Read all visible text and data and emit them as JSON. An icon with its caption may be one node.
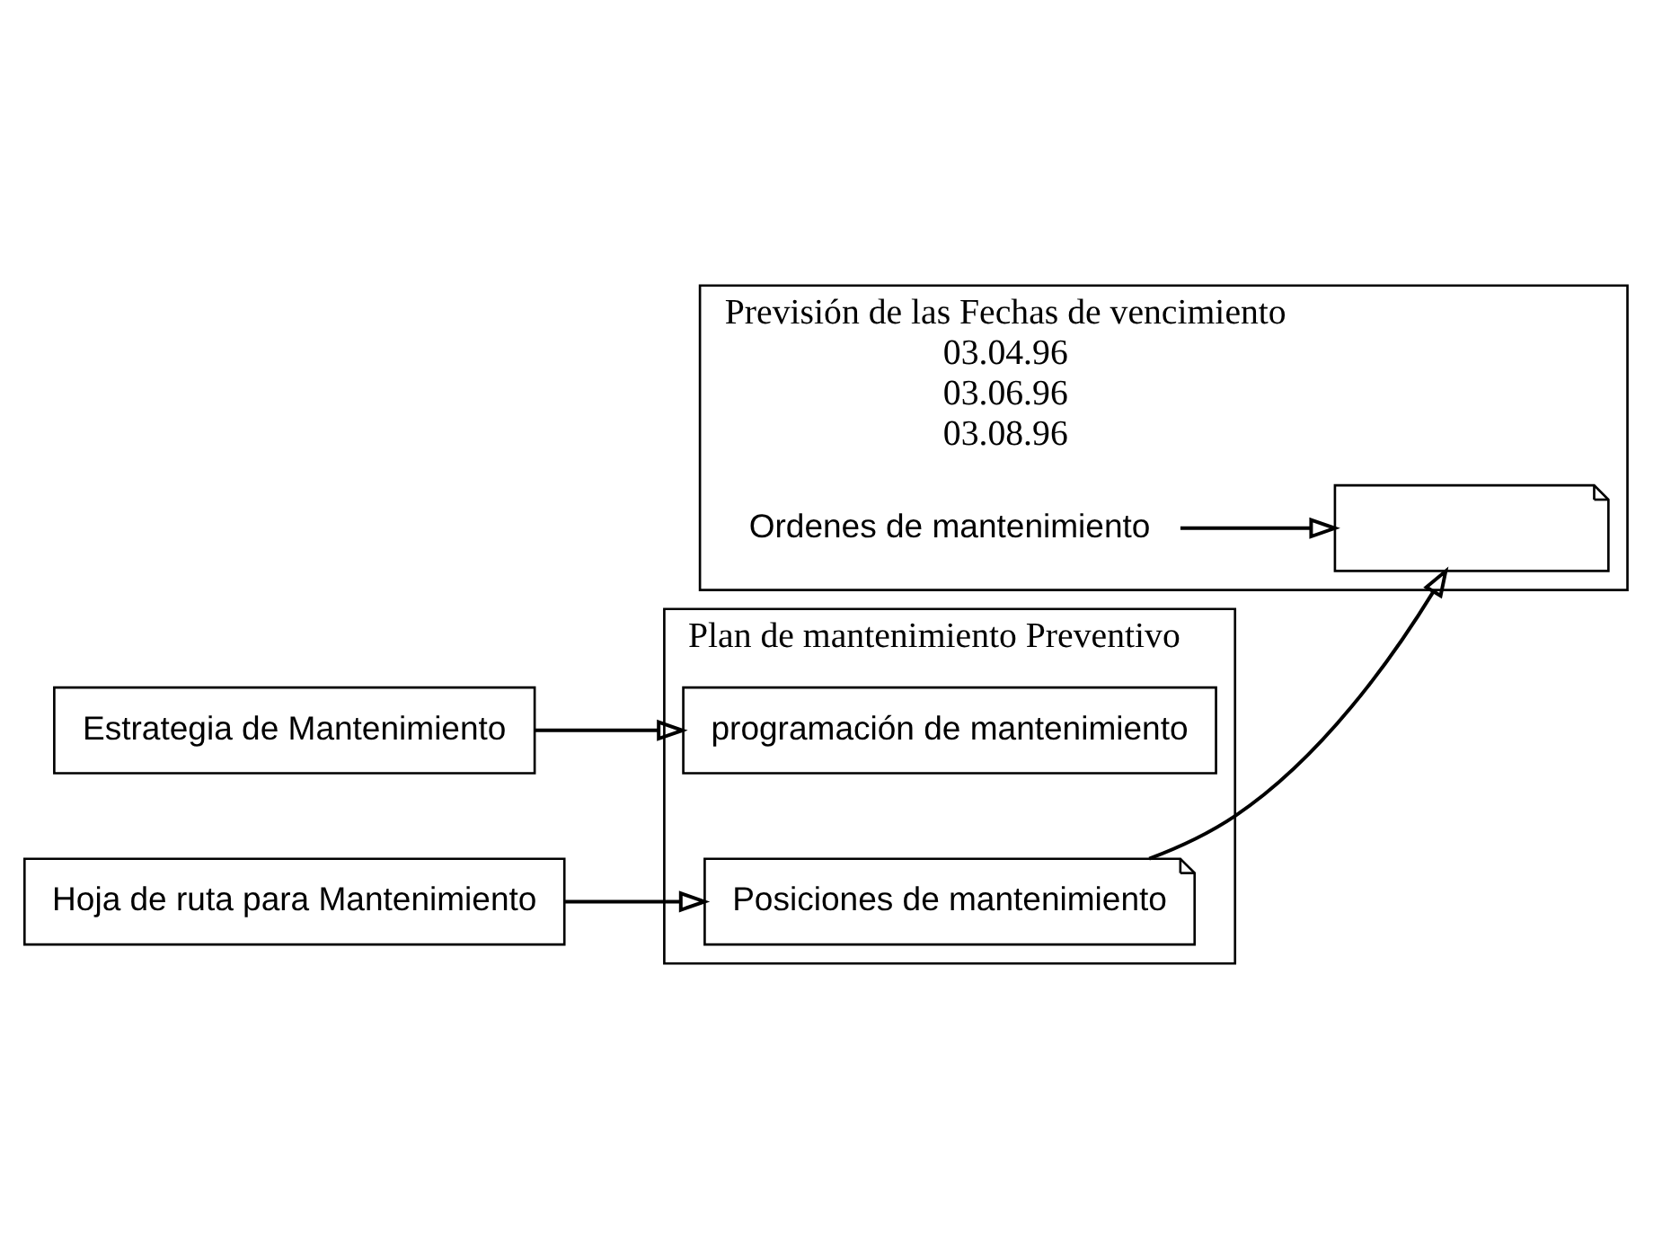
{
  "diagram": {
    "nodes": [
      {
        "text": [
          "Plan de mantenimiento Preventivo"
        ]
      },
      {
        "text": [
          "programación de mantenimiento"
        ],
        "in": 0
      },
      {
        "text": [
          "Posiciones de mantenimiento"
        ],
        "in": 0
      },
      {
        "text": [
          "Previsión de las Fechas de vencimiento",
          "03.04.96",
          "03.06.96",
          "03.08.96"
        ]
      },
      {
        "text": [
          "Ordenes de mantenimiento"
        ],
        "in": 3
      },
      {
        "text": [],
        "shape": "box",
        "in": 3
      },
      {
        "text": [
          "Estrategia de Mantenimiento"
        ]
      },
      {
        "text": [
          "Hoja de ruta para Mantenimiento"
        ]
      }
    ],
    "edges": [
      {
        "from": 6,
        "to": 1,
        "arrow": "to"
      },
      {
        "from": 7,
        "to": 2,
        "arrow": "to"
      },
      {
        "from": 2,
        "to": 5,
        "arrow": "to"
      },
      {
        "from": 4,
        "to": 5,
        "arrow": "to"
      }
    ]
  }
}
